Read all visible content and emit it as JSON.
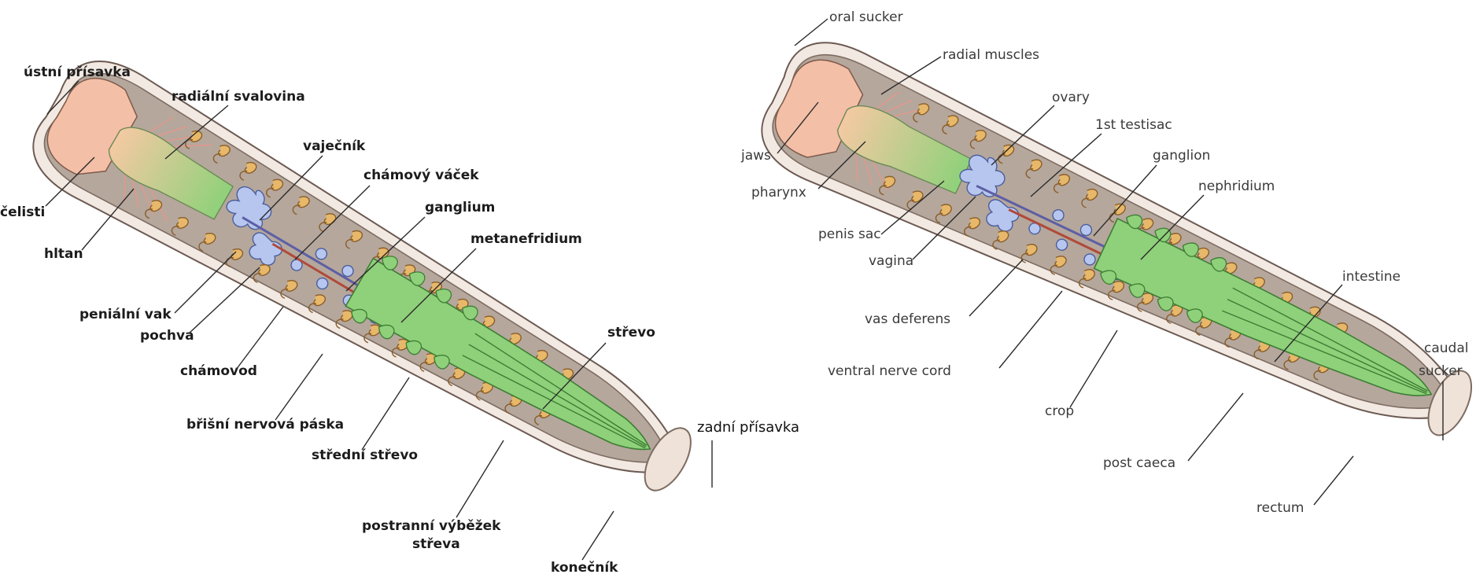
{
  "left_labels": {
    "oral_sucker": "ústní přísavka",
    "radial_muscles": "radiální svalovina",
    "jaws": "čelisti",
    "pharynx": "hltan",
    "ovary": "vaječník",
    "seminal_sac": "chámový váček",
    "ganglion": "ganglium",
    "metanephridium": "metanefridium",
    "penis_sac": "peniální vak",
    "vagina": "pochva",
    "vas_deferens": "chámovod",
    "ventral_nerve_cord": "břišní nervová páska",
    "midgut": "střední střevo",
    "intestine": "střevo",
    "caudal_sucker": "zadní přísavka",
    "lateral_caeca_1": "postranní výběžek",
    "lateral_caeca_2": "střeva",
    "rectum": "konečník"
  },
  "right_labels": {
    "oral_sucker": "oral sucker",
    "radial_muscles": "radial muscles",
    "jaws": "jaws",
    "pharynx": "pharynx",
    "ovary": "ovary",
    "testisac": "1st testisac",
    "ganglion": "ganglion",
    "nephridium": "nephridium",
    "penis_sac": "penis sac",
    "vagina": "vagina",
    "vas_deferens": "vas deferens",
    "ventral_nerve_cord": "ventral nerve cord",
    "crop": "crop",
    "intestine": "intestine",
    "caudal_sucker_1": "caudal",
    "caudal_sucker_2": "sucker",
    "post_caeca": "post caeca",
    "rectum": "rectum"
  }
}
